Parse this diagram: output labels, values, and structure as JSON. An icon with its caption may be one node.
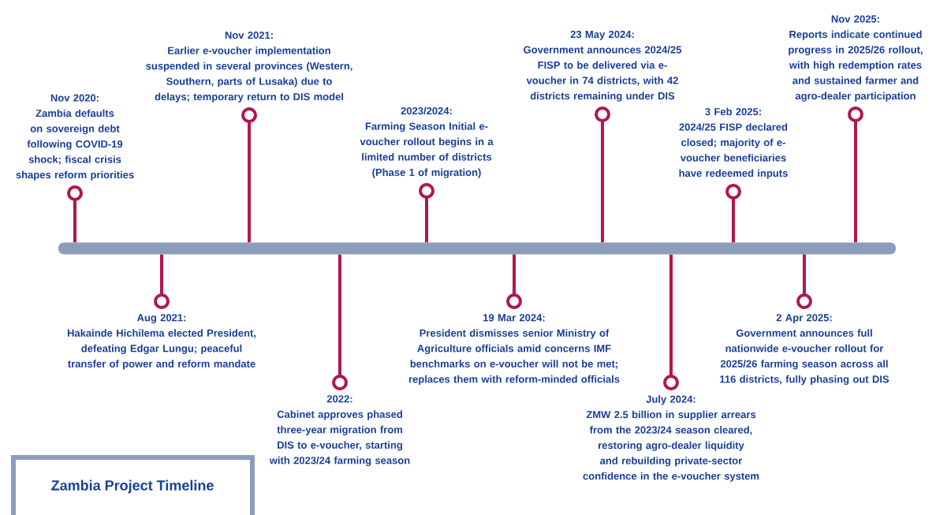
{
  "diagram": {
    "title": "Zambia Project Timeline",
    "nodes": [
      {
        "text": [],
        "shape": "bar"
      },
      {
        "text": [
          "Nov 2020:",
          "Zambia defaults on sovereign debt following COVID-19 shock; fiscal crisis shapes reform priorities"
        ]
      },
      {
        "text": [
          "Aug 2021:",
          "Hakainde Hichilema elected President, defeating Edgar Lungu; peaceful transfer of power and reform mandate"
        ]
      },
      {
        "text": [
          "Nov 2021:",
          "Earlier e-voucher implementation suspended in several provinces (Western, Southern, parts of Lusaka) due to delays; temporary return to DIS model"
        ]
      },
      {
        "text": [
          "2022:",
          "Cabinet approves phased three-year migration from DIS to e-voucher, starting with 2023/24 farming season"
        ]
      },
      {
        "text": [
          "2023/2024:",
          "Farming Season Initial e-voucher rollout begins in a limited number of districts (Phase 1 of migration)"
        ]
      },
      {
        "text": [
          "19 Mar 2024:",
          "President dismisses senior Ministry of Agriculture officials amid concerns IMF benchmarks on e-voucher will not be met; replaces them with reform-minded officials"
        ]
      },
      {
        "text": [
          "23 May 2024:",
          "Government announces 2024/25 FISP to be delivered via e-voucher in 74 districts, with 42 districts remaining under DIS"
        ]
      },
      {
        "text": [
          "July 2024:",
          "ZMW 2.5 billion in supplier arrears from the 2023/24 season cleared, restoring agro-dealer liquidity and rebuilding private-sector confidence in the e-voucher system"
        ]
      },
      {
        "text": [
          "3 Feb 2025:",
          "2024/25 FISP declared closed; majority of e-voucher beneficiaries have redeemed inputs"
        ]
      },
      {
        "text": [
          "2 Apr 2025:",
          "Government announces full nationwide e-voucher rollout for 2025/26 farming season across all 116 districts, fully phasing out DIS"
        ]
      },
      {
        "text": [
          "Nov 2025:",
          "Reports indicate continued progress in 2025/26 rollout, with high redemption rates and sustained farmer and agro-dealer participation"
        ]
      }
    ],
    "edges": [
      {
        "from": 1,
        "to": 0,
        "arrow": "other"
      },
      {
        "from": 2,
        "to": 0,
        "arrow": "other"
      },
      {
        "from": 3,
        "to": 0,
        "arrow": "other"
      },
      {
        "from": 4,
        "to": 0,
        "arrow": "other"
      },
      {
        "from": 5,
        "to": 0,
        "arrow": "other"
      },
      {
        "from": 6,
        "to": 0,
        "arrow": "other"
      },
      {
        "from": 7,
        "to": 0,
        "arrow": "other"
      },
      {
        "from": 8,
        "to": 0,
        "arrow": "other"
      },
      {
        "from": 9,
        "to": 0,
        "arrow": "other"
      },
      {
        "from": 10,
        "to": 0,
        "arrow": "other"
      },
      {
        "from": 11,
        "to": 0,
        "arrow": "other"
      }
    ]
  }
}
